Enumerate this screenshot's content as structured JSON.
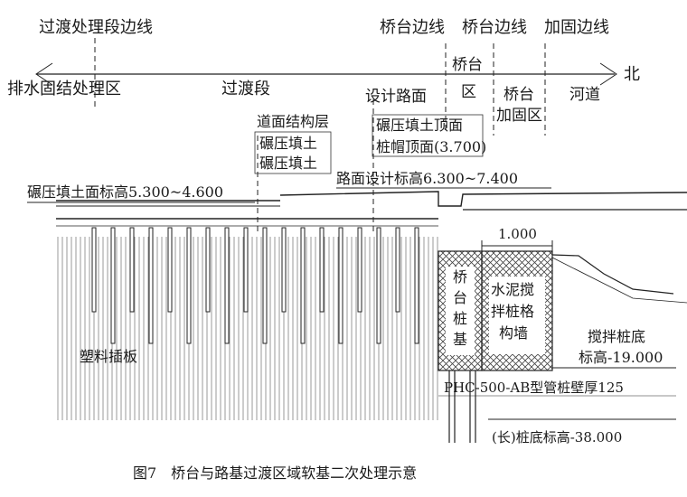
{
  "labels": {
    "transition_treatment_edge": "过渡处理段边线",
    "abutment_edge_1": "桥台边线",
    "abutment_edge_2": "桥台边线",
    "reinforce_edge": "加固边线",
    "drain_zone": "排水固结处理区",
    "transition_section": "过渡段",
    "abutment_zone_top": "桥台",
    "abutment_zone_bottom": "区",
    "north": "北",
    "design_road_surface": "设计路面",
    "abutment_reinforce_top": "桥台",
    "abutment_reinforce_bottom": "加固区",
    "river": "河道",
    "pavement_layer": "道面结构层",
    "compacted_fill_1": "碾压填土",
    "compacted_fill_2": "碾压填土",
    "compacted_fill_top": "碾压填土顶面",
    "pile_cap_top": "桩帽顶面(3.700)",
    "fill_elevation": "碾压填土面标高5.300~4.600",
    "road_elevation": "路面设计标高6.300~7.400",
    "dim_1000": "1.000",
    "abutment_pile_foundation": [
      "桥",
      "台",
      "桩",
      "基"
    ],
    "cement_mixing_wall": [
      "水泥搅",
      "拌桩格",
      "构墙"
    ],
    "mixing_pile_bottom_1": "搅拌桩底",
    "mixing_pile_bottom_2": "标高-19.000",
    "plastic_drain_board": "塑料插板",
    "phc_pile": "PHC-500-AB型管桩壁厚125",
    "long_pile_bottom": "(长)桩底标高-38.000",
    "caption": "图7　桥台与路基过渡区域软基二次处理示意"
  }
}
